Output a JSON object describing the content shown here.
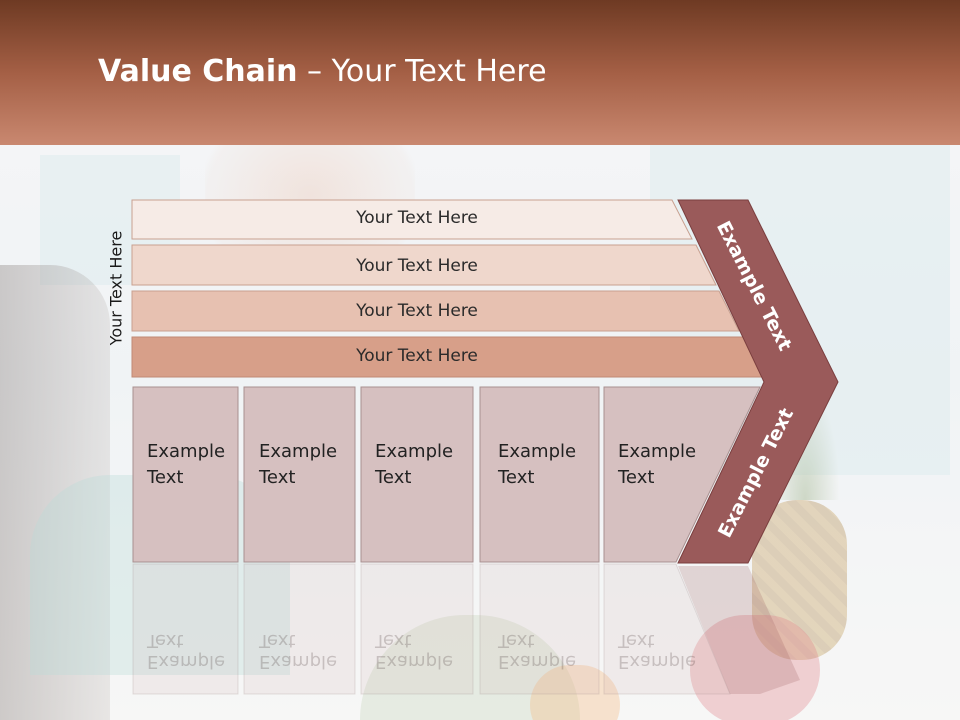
{
  "header": {
    "title_bold": "Value Chain",
    "title_rest": " – Your Text Here"
  },
  "diagram": {
    "vertical_label": "Your Text Here",
    "rows": [
      {
        "label": "Your Text Here",
        "color": "#f6ebe6"
      },
      {
        "label": "Your Text Here",
        "color": "#efd7cc"
      },
      {
        "label": "Your Text Here",
        "color": "#e7c1b1"
      },
      {
        "label": "Your Text Here",
        "color": "#d79f89"
      }
    ],
    "columns": [
      {
        "line1": "Example",
        "line2": "Text"
      },
      {
        "line1": "Example",
        "line2": "Text"
      },
      {
        "line1": "Example",
        "line2": "Text"
      },
      {
        "line1": "Example",
        "line2": "Text"
      },
      {
        "line1": "Example",
        "line2": "Text"
      }
    ],
    "arrow_top_label": "Example Text",
    "arrow_bottom_label": "Example Text",
    "column_color": "#d6c0c0",
    "arrow_color": "#9a5a5a"
  }
}
